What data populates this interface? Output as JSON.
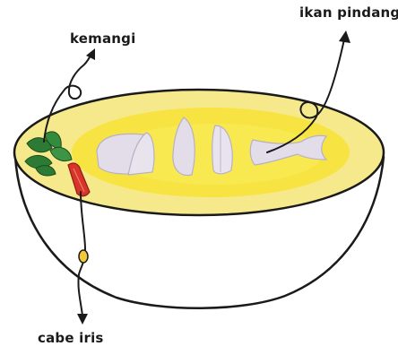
{
  "labels": {
    "basil": "kemangi",
    "fish": "ikan pindang",
    "chili": "cabe iris"
  },
  "colors": {
    "soup_outer": "#f6e98c",
    "soup_inner": "#f7e23a",
    "fish": "#e2dde8",
    "basil": "#2c7a34",
    "chili": "#d8342a",
    "outline": "#1a1a1a"
  },
  "icons": {
    "basil": "basil-leaves-icon",
    "chili": "chili-slice-icon",
    "fish": "fish-piece-icon"
  }
}
